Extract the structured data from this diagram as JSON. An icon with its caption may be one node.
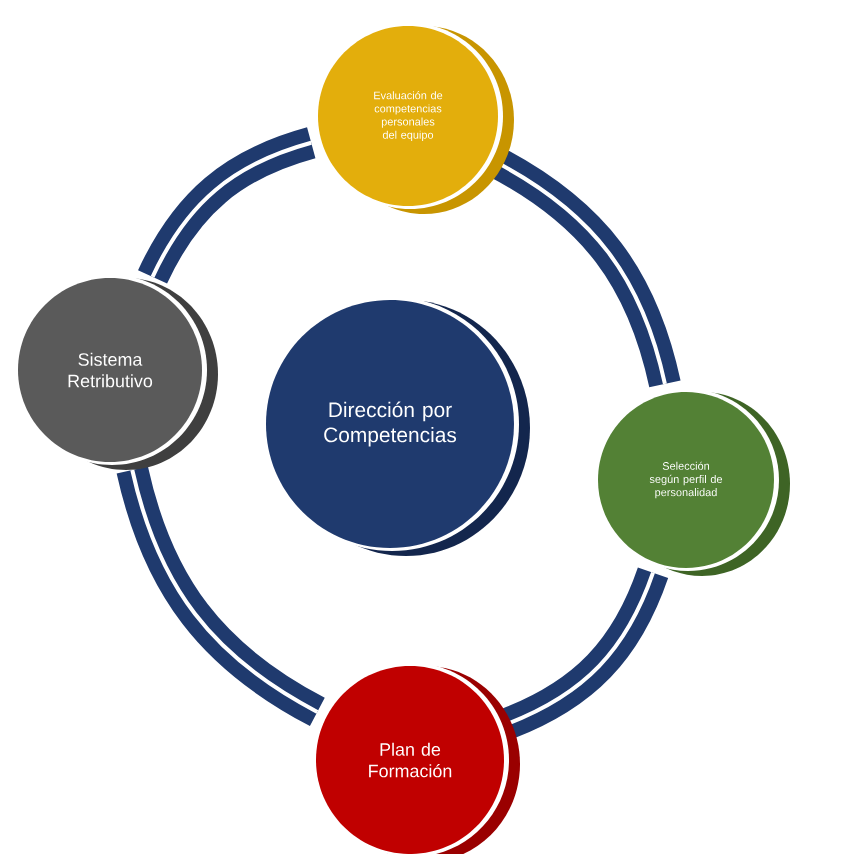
{
  "diagram": {
    "nodes": [
      {
        "text": [
          "Evaluación de competencias personales del equipo"
        ]
      },
      {
        "text": [
          "Sistema Retributivo"
        ]
      },
      {
        "text": [
          "Dirección por Competencias"
        ]
      },
      {
        "text": [
          "Selección según perfil de personalidad"
        ]
      },
      {
        "text": [
          "Plan de Formación"
        ]
      }
    ],
    "edges": [
      {
        "from": 0,
        "to": 3,
        "arrow": "none"
      },
      {
        "from": 3,
        "to": 4,
        "arrow": "none"
      },
      {
        "from": 4,
        "to": 1,
        "arrow": "none"
      },
      {
        "from": 1,
        "to": 0,
        "arrow": "none"
      }
    ]
  }
}
